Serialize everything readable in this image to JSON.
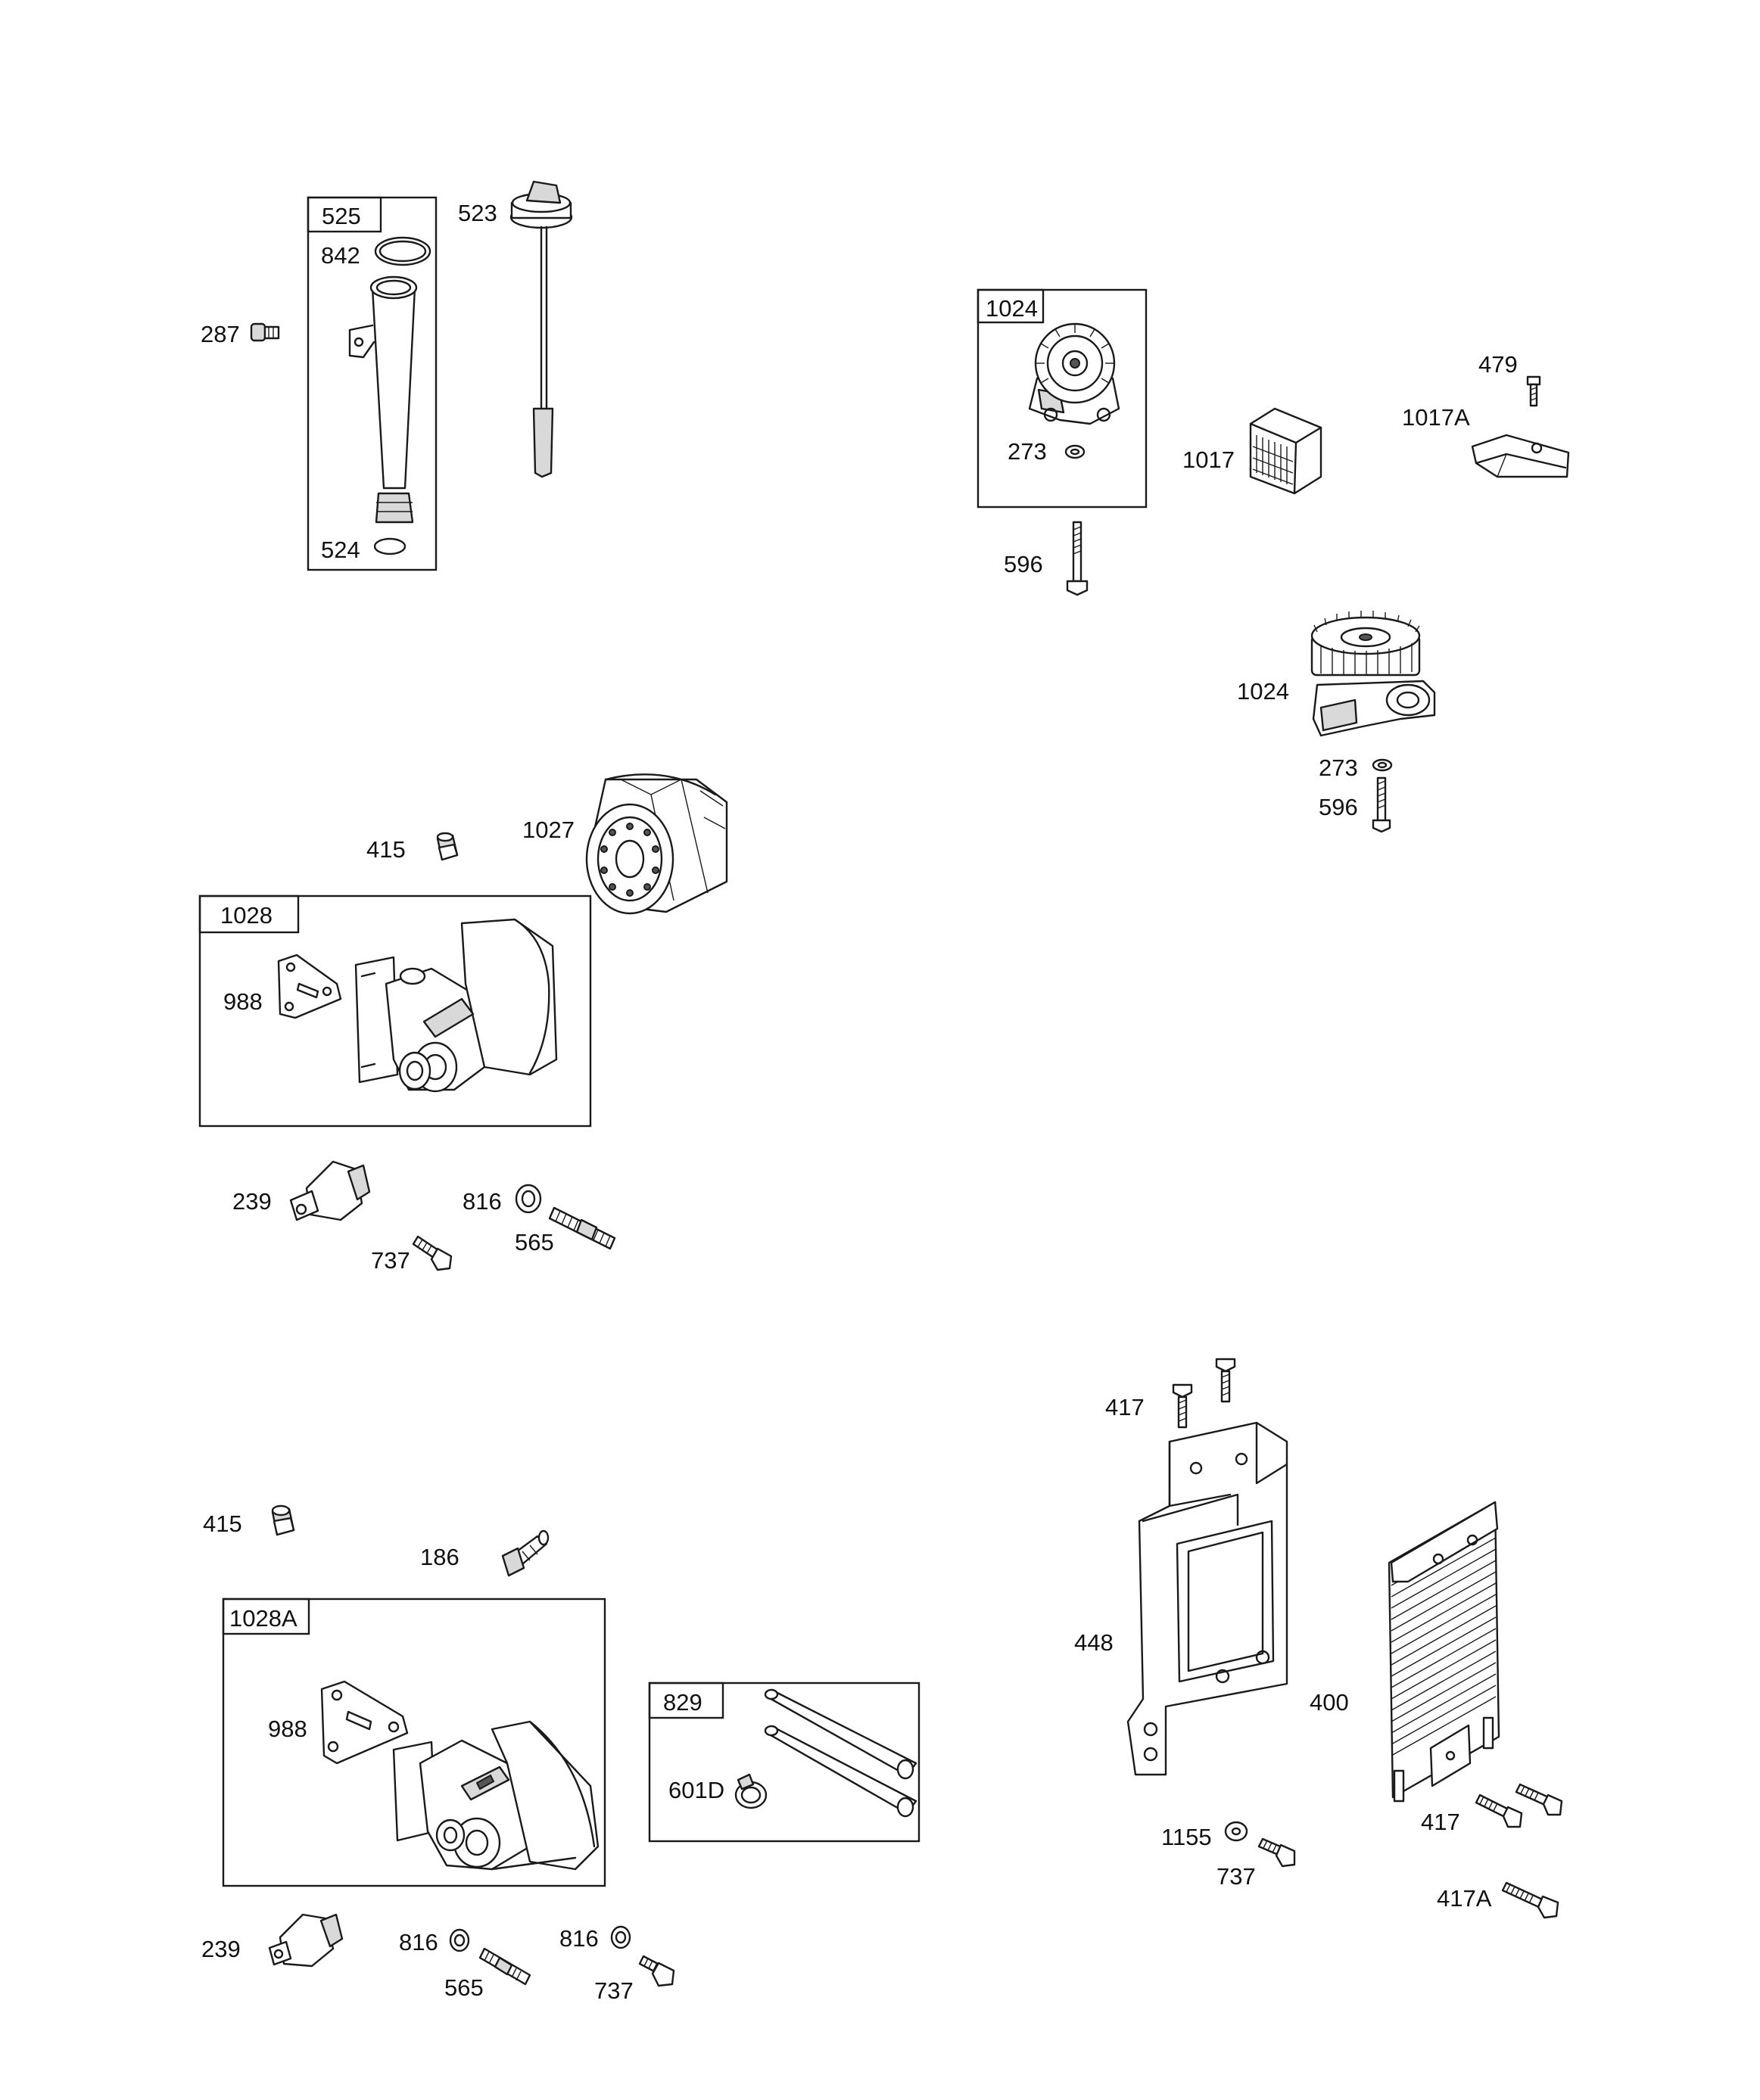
{
  "parts": {
    "p525": "525",
    "p523": "523",
    "p842": "842",
    "p287": "287",
    "p524": "524",
    "p1024_box": "1024",
    "p273_box": "273",
    "p596_top": "596",
    "p1017": "1017",
    "p479": "479",
    "p1017A": "1017A",
    "p1024": "1024",
    "p273": "273",
    "p596": "596",
    "p415_a": "415",
    "p1027": "1027",
    "p1028": "1028",
    "p988_a": "988",
    "p239_a": "239",
    "p816_a": "816",
    "p565_a": "565",
    "p737_a": "737",
    "p415_b": "415",
    "p186": "186",
    "p1028A": "1028A",
    "p988_b": "988",
    "p829": "829",
    "p601D": "601D",
    "p239_b": "239",
    "p816_b": "816",
    "p565_b": "565",
    "p816_c": "816",
    "p737_b": "737",
    "p417_top": "417",
    "p448": "448",
    "p400": "400",
    "p1155": "1155",
    "p737_c": "737",
    "p417_right": "417",
    "p417A": "417A"
  }
}
